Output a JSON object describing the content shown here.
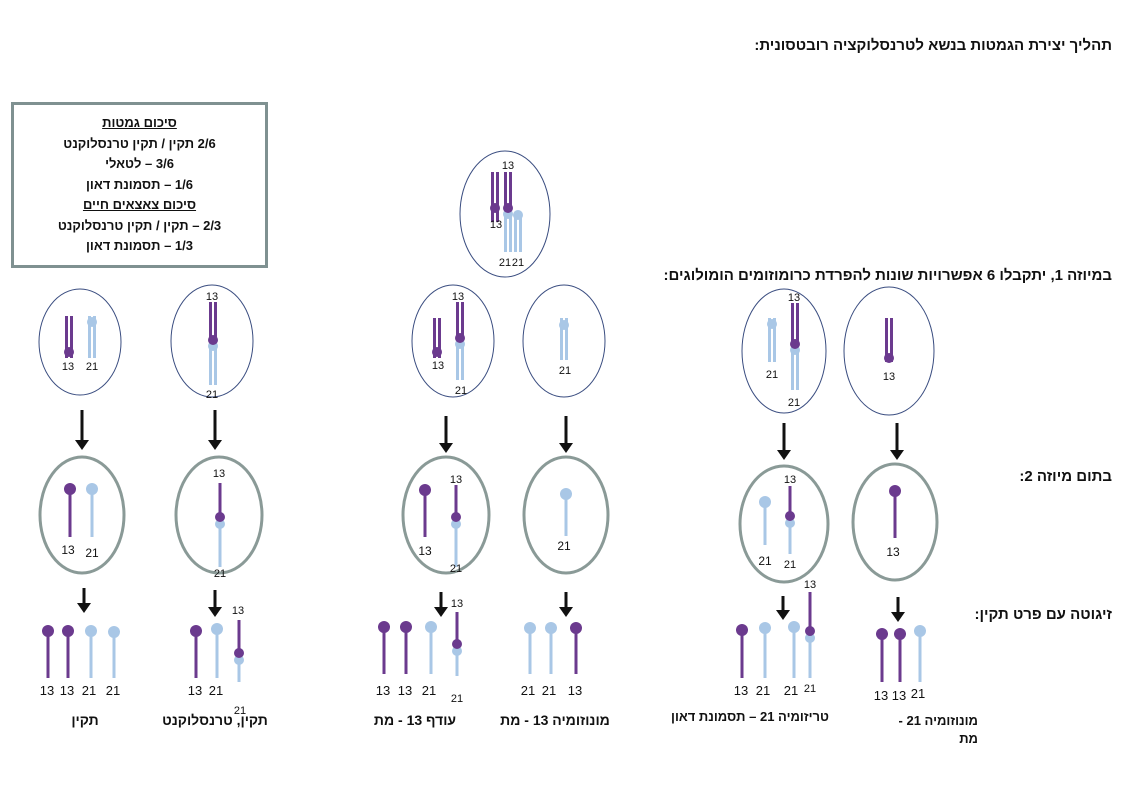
{
  "title": "תהליך יצירת הגמטות בנשא לטרנסלוקציה רובטסונית:",
  "row_labels": {
    "meiosis1": "במיוזה 1, יתקבלו 6 אפשרויות שונות להפרדת כרומוזומים הומולוגים:",
    "meiosis2": "בתום מיוזה 2:",
    "zygote": "זיגוטה עם פרט תקין:"
  },
  "summary": {
    "gametes_title": "סיכום גמטות",
    "gametes_lines": [
      "2/6 תקין / תקין טרנסלוקנט",
      "3/6 – לטאלי",
      "1/6 – תסמונת דאון"
    ],
    "offspring_title": "סיכום צאצאים חיים",
    "offspring_lines": [
      "2/3 – תקין / תקין טרנסלוקנט",
      "1/3 – תסמונת דאון"
    ]
  },
  "chromosome_labels": {
    "c13": "13",
    "c21": "21"
  },
  "outcomes": [
    {
      "caption": "תקין"
    },
    {
      "caption": "תקין, טרנסלוקנט"
    },
    {
      "caption": "עודף 13 - מת"
    },
    {
      "caption": "מונוזומיה 13 - מת"
    },
    {
      "caption": "טריזומיה 21 – תסמונת דאון"
    },
    {
      "caption": "מונוזומיה 21 - מת"
    }
  ],
  "colors": {
    "c13": "#6b3a8e",
    "c21": "#a9c7e6",
    "cell_top": "#3a4d80",
    "cell_mid": "#8a9a97"
  }
}
